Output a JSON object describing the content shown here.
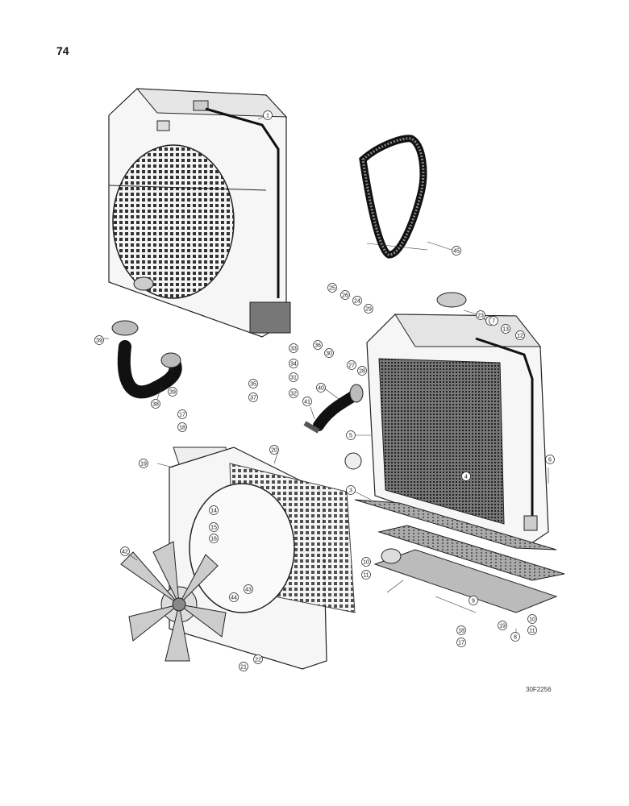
{
  "page": {
    "number": "74",
    "figure_code": "30F2256"
  },
  "callouts": [
    "1",
    "2",
    "3",
    "4",
    "5",
    "6",
    "8",
    "9",
    "10",
    "11",
    "12",
    "13",
    "14",
    "15",
    "16",
    "17",
    "18",
    "19",
    "20",
    "21",
    "22",
    "23",
    "24",
    "25",
    "26",
    "27",
    "28",
    "29",
    "30",
    "31",
    "32",
    "33",
    "34",
    "35",
    "36",
    "37",
    "38",
    "39",
    "39",
    "40",
    "41",
    "42",
    "43",
    "44",
    "45",
    "10",
    "11",
    "17",
    "18",
    "19",
    "7"
  ]
}
